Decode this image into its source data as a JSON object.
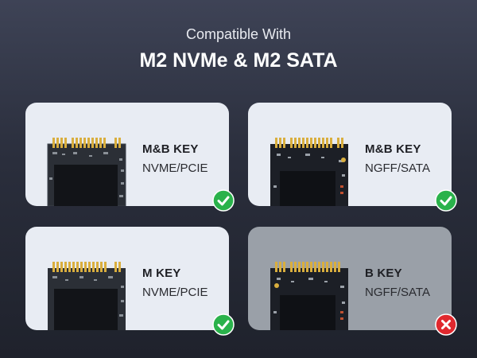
{
  "header": {
    "subtitle": "Compatible With",
    "title": "M2 NVMe & M2 SATA"
  },
  "cards": [
    {
      "key": "M&B KEY",
      "interface": "NVME/PCIE",
      "status": "supported",
      "status_icon": "check-circle-icon"
    },
    {
      "key": "M&B KEY",
      "interface": "NGFF/SATA",
      "status": "supported",
      "status_icon": "check-circle-icon"
    },
    {
      "key": "M KEY",
      "interface": "NVME/PCIE",
      "status": "supported",
      "status_icon": "check-circle-icon"
    },
    {
      "key": "B KEY",
      "interface": "NGFF/SATA",
      "status": "not-supported",
      "status_icon": "x-circle-icon"
    }
  ],
  "colors": {
    "check": "#2ab24b",
    "cross": "#e0282e",
    "card_ok": "#e8ecf3",
    "card_disabled": "#9aa0a8",
    "pcb": "#1c1f26",
    "gold": "#d9ae3e"
  }
}
